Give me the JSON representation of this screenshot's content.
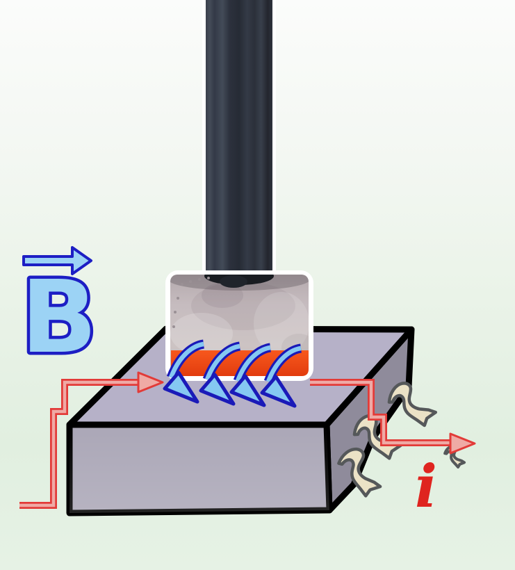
{
  "diagram": {
    "description": "magnetic-force-on-current-carrying-conductor-demo",
    "field_label": "B",
    "current_label": "i"
  },
  "icons": {
    "field_direction": "right-arrow-icon",
    "field_lines": "curved-down-left-arrow-icon",
    "wire_break": "s-curve-break-icon",
    "current_direction": "right-arrow-icon"
  },
  "counts": {
    "field_line_arrows": 4,
    "wire_break_symbols": 4
  },
  "colors": {
    "background_top": "#fbfcfb",
    "background_bottom": "#e2f0e1",
    "field_blue_fill": "#9cd3f5",
    "field_blue_outline": "#1d1ec4",
    "field_arrow_fill": "#85c8f2",
    "field_arrow_outline": "#1a1ab8",
    "wire_red_outline": "#e23b38",
    "wire_red_fill": "#efaaa5",
    "current_label_red": "#df241f",
    "magnet_pole_gray": "#c6bcbf",
    "magnet_pole_marker_orange": "#f4511f",
    "rod_dark": "#2c313d",
    "slab_top": "#b6b1c8",
    "slab_front": "#aba7b7",
    "slab_side": "#8f8b9b",
    "slab_outline": "#000000",
    "break_symbol_fill": "#ebe2c6",
    "break_symbol_outline": "#55585a",
    "pole_outline_white": "#ffffff"
  }
}
